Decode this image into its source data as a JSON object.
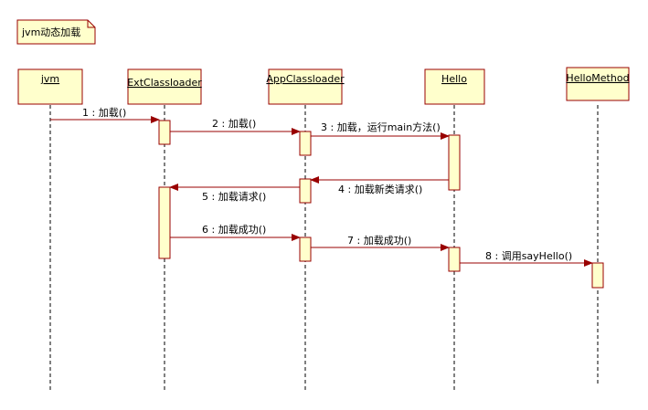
{
  "note": {
    "text": "jvm动态加载"
  },
  "participants": [
    {
      "id": "jvm",
      "label": "jvm"
    },
    {
      "id": "ext",
      "label": "ExtClassloader"
    },
    {
      "id": "app",
      "label": "AppClassloader"
    },
    {
      "id": "hello",
      "label": "Hello"
    },
    {
      "id": "hm",
      "label": "HelloMethod"
    }
  ],
  "messages": [
    {
      "num": "1",
      "text": "加载()",
      "from": "jvm",
      "to": "ext"
    },
    {
      "num": "2",
      "text": "加载()",
      "from": "ext",
      "to": "app"
    },
    {
      "num": "3",
      "text": "加载，运行main方法()",
      "from": "app",
      "to": "hello"
    },
    {
      "num": "4",
      "text": "加载新类请求()",
      "from": "hello",
      "to": "app"
    },
    {
      "num": "5",
      "text": "加载请求()",
      "from": "app",
      "to": "ext"
    },
    {
      "num": "6",
      "text": "加载成功()",
      "from": "ext",
      "to": "app"
    },
    {
      "num": "7",
      "text": "加载成功()",
      "from": "app",
      "to": "hello"
    },
    {
      "num": "8",
      "text": "调用sayHello()",
      "from": "hello",
      "to": "hm"
    }
  ],
  "colors": {
    "box_fill": "#ffffcc",
    "box_stroke": "#990000",
    "arrow": "#990000",
    "lifeline": "#000000"
  }
}
